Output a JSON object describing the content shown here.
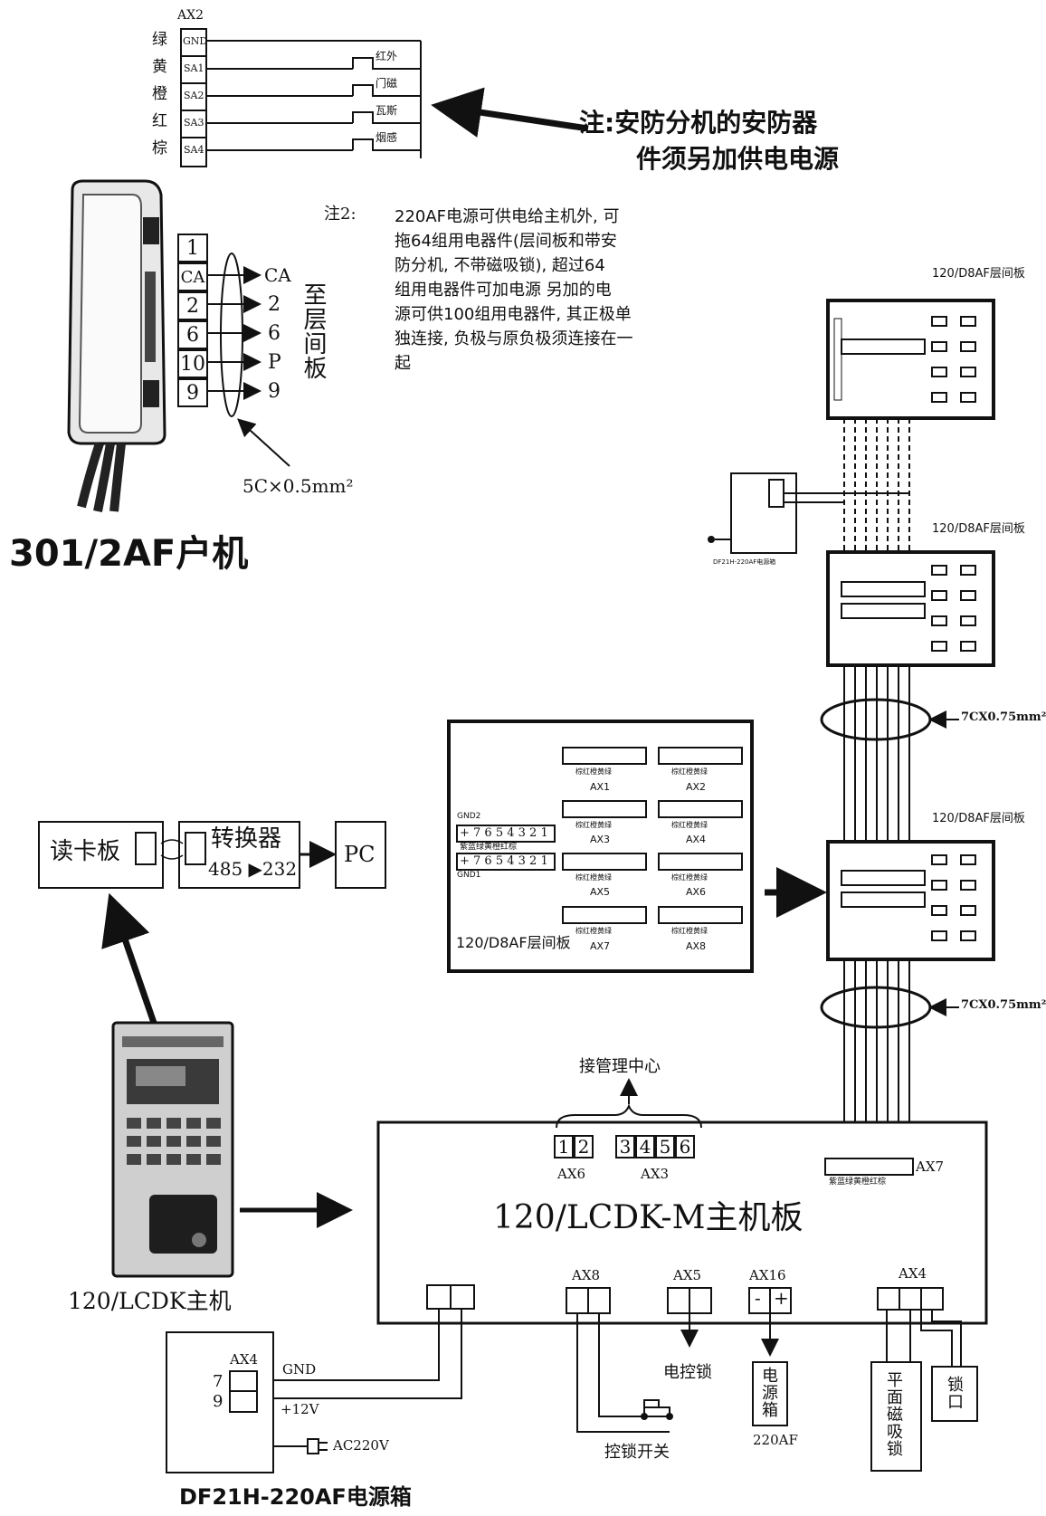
{
  "ax2": {
    "title": "AX2",
    "colors": [
      "绿",
      "黄",
      "橙",
      "红",
      "棕"
    ],
    "pins": [
      "GND",
      "SA1",
      "SA2",
      "SA3",
      "SA4"
    ],
    "sensors": [
      "红外",
      "门磁",
      "瓦斯",
      "烟感"
    ]
  },
  "note1": {
    "line1": "注:安防分机的安防器",
    "line2": "件须另加供电电源"
  },
  "note2": {
    "label": "注2:",
    "lines": [
      "220AF电源可供电给主机外, 可",
      "拖64组用电器件(层间板和带安",
      "防分机, 不带磁吸锁), 超过64",
      "组用电器件可加电源  另加的电",
      "源可供100组用电器件, 其正极单",
      "独连接, 负极与原负极须连接在一",
      "起"
    ]
  },
  "handset": {
    "title": "301/2AF户机",
    "terminals": [
      "1",
      "CA",
      "2",
      "6",
      "10",
      "9"
    ],
    "signals": [
      "CA",
      "2",
      "6",
      "P",
      "9"
    ],
    "to_label": "至层间板",
    "cable": "5C×0.5mm²"
  },
  "floor_board_label": "120/D8AF层间板",
  "power_small_label": "DF21H-220AF电源箱",
  "cable_label": "7CX0.75mm²",
  "detail": {
    "gnd_top": "GND2",
    "gnd_bottom": "GND1",
    "terminals_label": "+ 7 6 5 4 3 2 1",
    "wire_colors": "紫蓝绿黄橙红棕",
    "ax_small": "棕红橙黄绿",
    "ax_labels": [
      "AX1",
      "AX2",
      "AX3",
      "AX4",
      "AX5",
      "AX6",
      "AX7",
      "AX8"
    ],
    "board_label": "120/D8AF层间板"
  },
  "reader": {
    "card": "读卡板",
    "converter": "转换器",
    "protocol": "485 ▶232",
    "pc": "PC"
  },
  "host": {
    "label": "120/LCDK主机"
  },
  "mainboard": {
    "title": "120/LCDK-M主机板",
    "mgmt": "接管理中心",
    "ax6": "AX6",
    "ax3": "AX3",
    "ax6_pins": [
      "1",
      "2"
    ],
    "ax3_pins": [
      "3",
      "4",
      "5",
      "6"
    ],
    "ax7": "AX7",
    "ax7_colors": "紫蓝绿黄橙红棕",
    "ax8": "AX8",
    "ax5": "AX5",
    "ax16": "AX16",
    "ax16_pins": [
      "-",
      "+"
    ],
    "ax4": "AX4"
  },
  "outputs": {
    "lock": "电控锁",
    "psu": "电源箱",
    "psu_model": "220AF",
    "switch": "控锁开关",
    "maglock": "平面磁吸锁",
    "lockport": "锁口"
  },
  "psu_box": {
    "ax4": "AX4",
    "pin7": "7",
    "pin9": "9",
    "gnd": "GND",
    "v12": "+12V",
    "ac": "AC220V",
    "title": "DF21H-220AF电源箱"
  }
}
